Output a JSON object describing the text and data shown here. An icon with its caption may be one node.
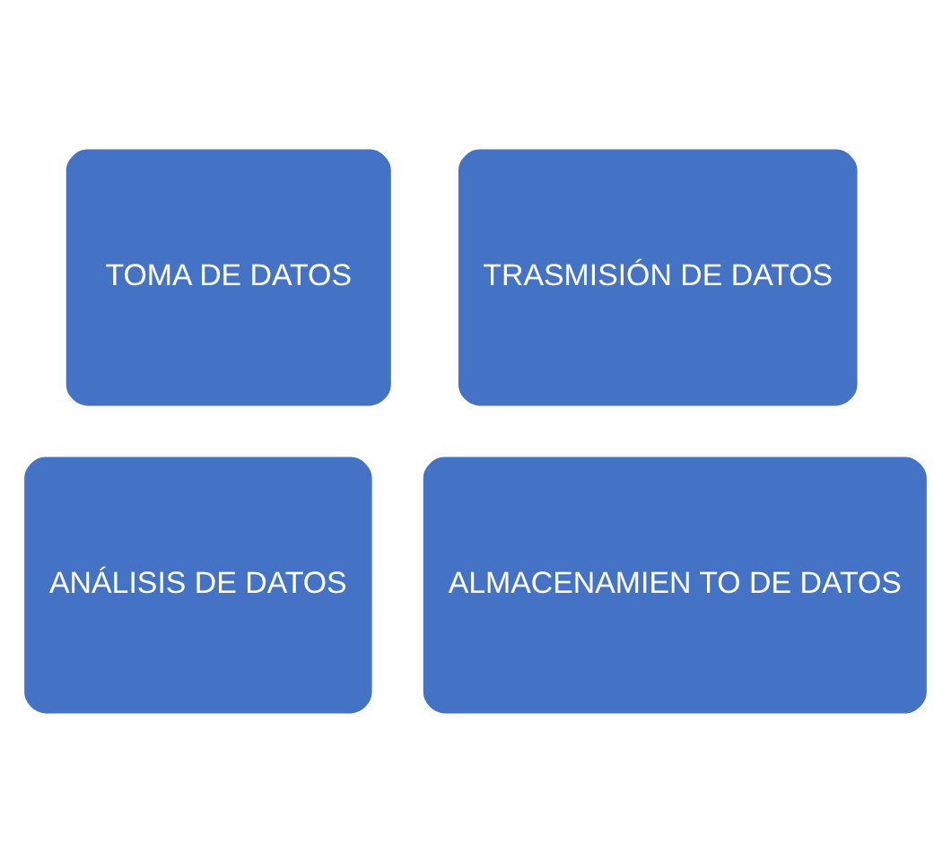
{
  "diagram": {
    "nodes": [
      {
        "text": [
          "TOMA DE DATOS"
        ]
      },
      {
        "text": [
          "TRASMISIÓN DE DATOS"
        ]
      },
      {
        "text": [
          "ANÁLISIS DE DATOS"
        ]
      },
      {
        "text": [
          "ALMACENAMIEN TO DE DATOS"
        ]
      }
    ]
  }
}
